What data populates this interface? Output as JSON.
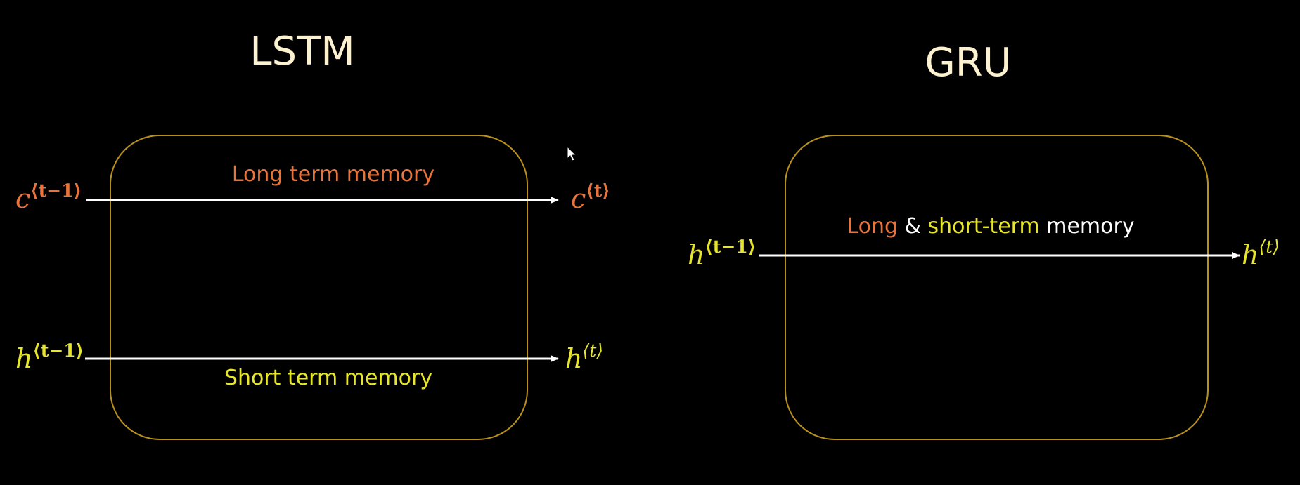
{
  "colors": {
    "background": "#000000",
    "title": "#fdf2d0",
    "box_border": "#b8901a",
    "arrow": "#ffffff",
    "long_term": "#e8743b",
    "short_term": "#e8e62a",
    "neutral_text": "#ffffff"
  },
  "lstm": {
    "title": "LSTM",
    "long_term_label": "Long term memory",
    "short_term_label": "Short term memory",
    "c_prev": {
      "base": "c",
      "sup": "⟨t−1⟩"
    },
    "c_next": {
      "base": "c",
      "sup": "⟨t⟩"
    },
    "h_prev": {
      "base": "h",
      "sup": "⟨t−1⟩"
    },
    "h_next": {
      "base": "h",
      "sup": "⟨t⟩"
    }
  },
  "gru": {
    "title": "GRU",
    "label_long": "Long",
    "label_amp": "&",
    "label_short": "short-term",
    "label_memory": "memory",
    "h_prev": {
      "base": "h",
      "sup": "⟨t−1⟩"
    },
    "h_next": {
      "base": "h",
      "sup": "⟨t⟩"
    }
  },
  "icons": {
    "cursor": "mouse-pointer-icon"
  }
}
